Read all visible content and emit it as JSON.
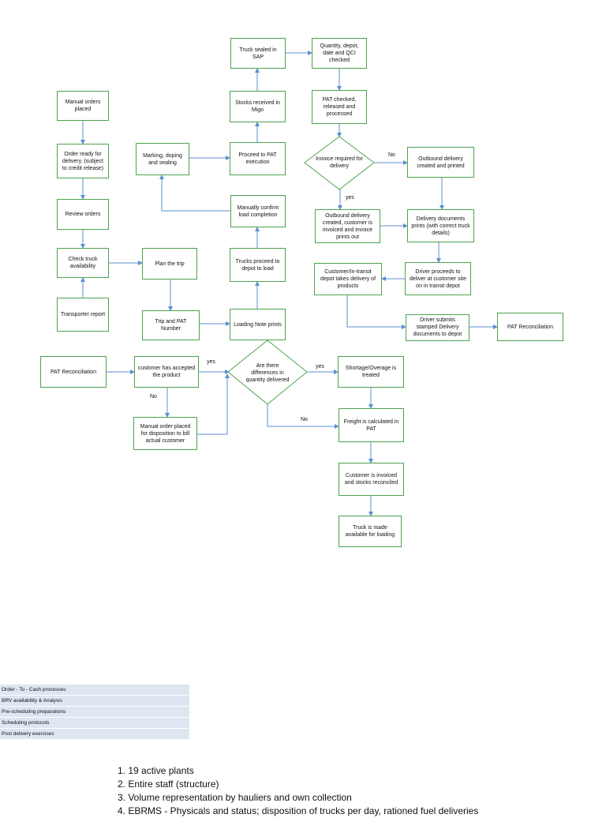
{
  "flowchart": {
    "boxes": {
      "manual_orders_placed": "Manual orders placed",
      "order_ready": "Order ready for delivery. (subject to credit release)",
      "review_orders": "Review orders",
      "check_truck": "Check truck availability",
      "transporter_report": "Transporter report",
      "plan_trip": "Plan the trip",
      "trip_pat_number": "Trip and PAT Number",
      "loading_note_prints": "Loading Note prints",
      "trucks_proceed": "Trucks proceed to depot to load",
      "manually_confirm": "Manually confirm load completion",
      "marking_doping": "Marking, doping and sealing",
      "proceed_pat": "Proceed to PAT execution",
      "stocks_received": "Stocks received in Migo",
      "truck_sealed": "Truck sealed in SAP",
      "quantity_checked": "Quantity, depot, date and QCI checked",
      "pat_checked": "PAT checked, released and processed",
      "outbound_created_printed": "Outbound delivery created and printed",
      "outbound_invoiced": "Outbound delivery created, customer is invoiced and invoice prints out",
      "delivery_docs_prints": "Delivery documents prints (with correct truck details)",
      "driver_proceeds": "Driver proceeds to deliver at customer site on in transit depot",
      "customer_takes_delivery": "Customer/In-transit depot takes delivery of products",
      "driver_submits": "Driver submits stamped Delivery documents to depot",
      "pat_reconciliation_top": "PAT Reconciliation",
      "pat_reconciliation_left": "PAT Reconciliation",
      "customer_accepted": "customer has accepted the product",
      "manual_order_disposition": "Manual order placed for disposition to bill actual customer",
      "shortage_overage": "Shortage/Overage is treated",
      "freight_calculated": "Freight is calculated in PAT",
      "customer_invoiced_stocks": "Customer is invoiced and stocks reconciled",
      "truck_available": "Truck is made available for loading"
    },
    "decisions": {
      "invoice_required": "Invoice required for delivery",
      "differences_quantity": "Are there differences in quantity delivered"
    },
    "labels": {
      "no_invoice": "No",
      "yes_invoice": "yes",
      "yes_accepted": "yes",
      "no_accepted": "No",
      "yes_differences": "yes",
      "no_differences": "No"
    }
  },
  "legend": {
    "items": [
      "Order - To - Cash processes",
      "BRV availability & Analysis",
      "Pre-scheduling preparations",
      "Scheduling protocols",
      "Post delivery exercises"
    ]
  },
  "notes": {
    "items": [
      "1.   19 active  plants",
      "2. Entire staff (structure)",
      "3. Volume representation by hauliers and own collection",
      "4. EBRMS - Physicals and status; disposition of trucks per day, rationed fuel deliveries"
    ]
  },
  "colors": {
    "box_border": "#4ea24e",
    "connector": "#5b8fd0",
    "legend_fill": "#dde6f1"
  }
}
